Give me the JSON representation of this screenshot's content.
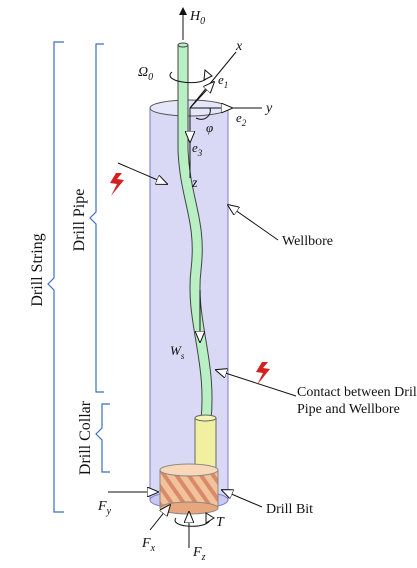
{
  "labels": {
    "drill_string": "Drill String",
    "drill_pipe": "Drill Pipe",
    "drill_collar": "Drill Collar",
    "wellbore": "Wellbore",
    "contact_line1": "Contact between Drill",
    "contact_line2": "Pipe and Wellbore",
    "drill_bit": "Drill Bit"
  },
  "symbols": {
    "H0_base": "H",
    "H0_sub": "0",
    "omega_base": "Ω",
    "omega_sub": "0",
    "x_axis": "x",
    "y_axis": "y",
    "z_axis": "z",
    "e1_base": "e",
    "e1_sub": "1",
    "e2_base": "e",
    "e2_sub": "2",
    "e3_base": "e",
    "e3_sub": "3",
    "phi": "φ",
    "ws_base": "W",
    "ws_sub": "s",
    "fy_base": "F",
    "fy_sub": "y",
    "fx_base": "F",
    "fx_sub": "x",
    "fz_base": "F",
    "fz_sub": "z",
    "torque": "T"
  },
  "colors": {
    "wellbore_fill": "#d9d9f5",
    "wellbore_stroke": "#7a7ad0",
    "pipe_fill": "#b8f0c4",
    "collar_fill": "#f0f0a0",
    "bit_fill": "#f2c29a",
    "bit_stripes": "#d98a6a",
    "bracket": "#3a6fc4",
    "lightning": "#d42020"
  },
  "icons": [
    "lightning-icon",
    "force-arrow-icon",
    "rotation-arrow-icon"
  ]
}
